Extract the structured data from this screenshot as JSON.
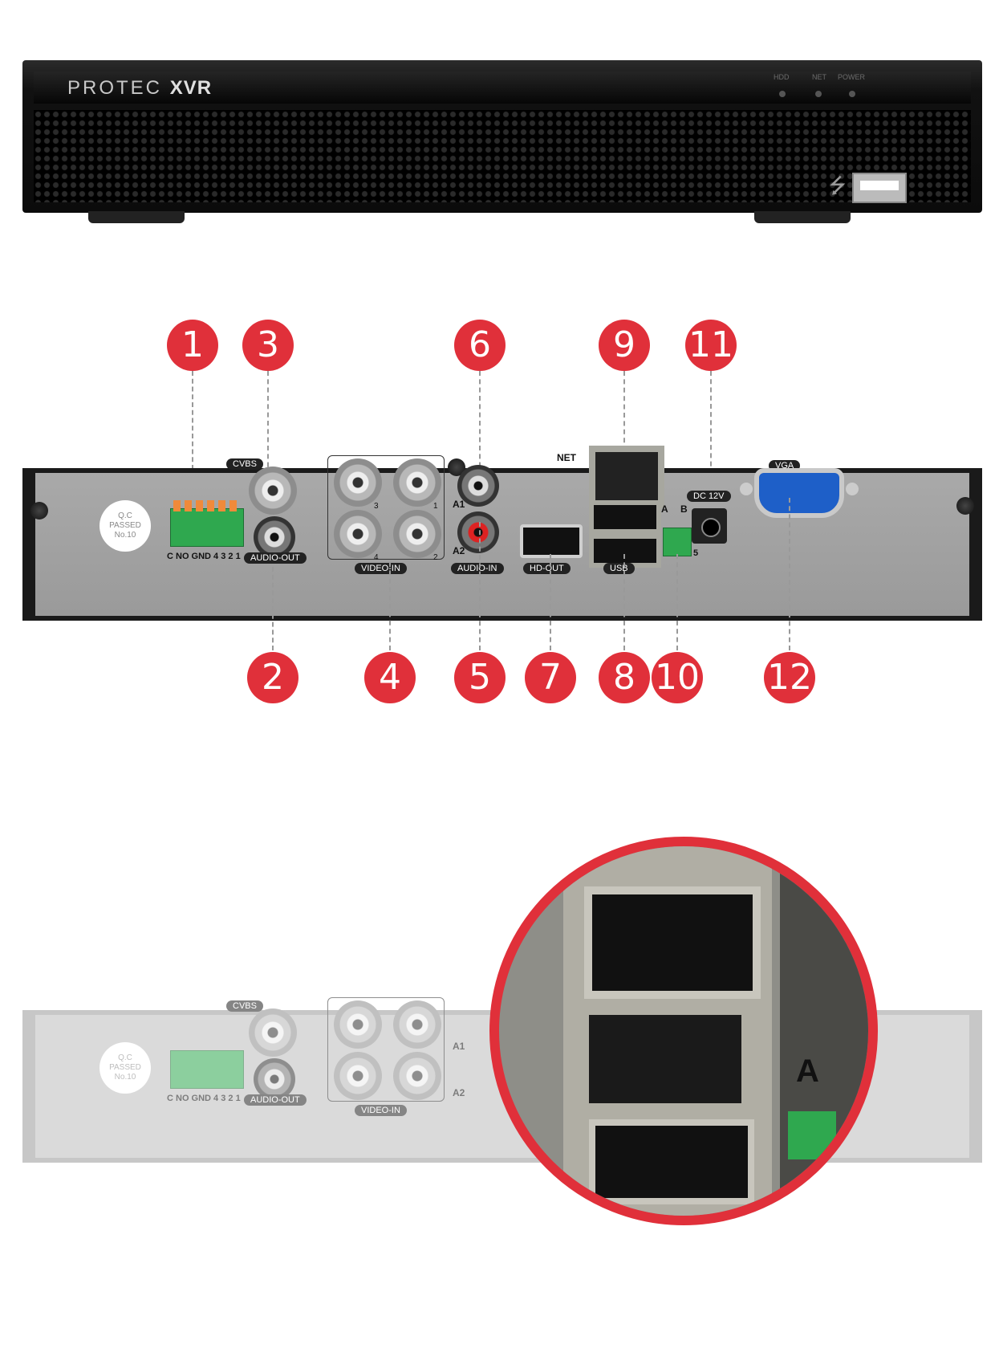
{
  "front": {
    "brand": "PROTEC",
    "brand_bold": "XVR",
    "leds": [
      "HDD",
      "NET",
      "POWER"
    ]
  },
  "rear": {
    "qc_sticker": [
      "Q.C",
      "PASSED",
      "No.10"
    ],
    "labels": {
      "cvbs": "CVBS",
      "alarm_pins": "C NO GND 4  3  2  1",
      "audio_out": "AUDIO-OUT",
      "video_in": "VIDEO-IN",
      "ch3": "3",
      "ch1": "1",
      "ch4": "4",
      "ch2": "2",
      "a1": "A1",
      "a2": "A2",
      "audio_in": "AUDIO-IN",
      "hd_out": "HD-OUT",
      "net": "NET",
      "usb": "USB",
      "a": "A",
      "b": "B",
      "dc": "DC 12V",
      "vga": "VGA",
      "five": "5"
    }
  },
  "callouts": [
    "1",
    "3",
    "6",
    "9",
    "11",
    "2",
    "4",
    "5",
    "7",
    "8",
    "10",
    "12"
  ],
  "zoom": {
    "a_label": "A"
  }
}
